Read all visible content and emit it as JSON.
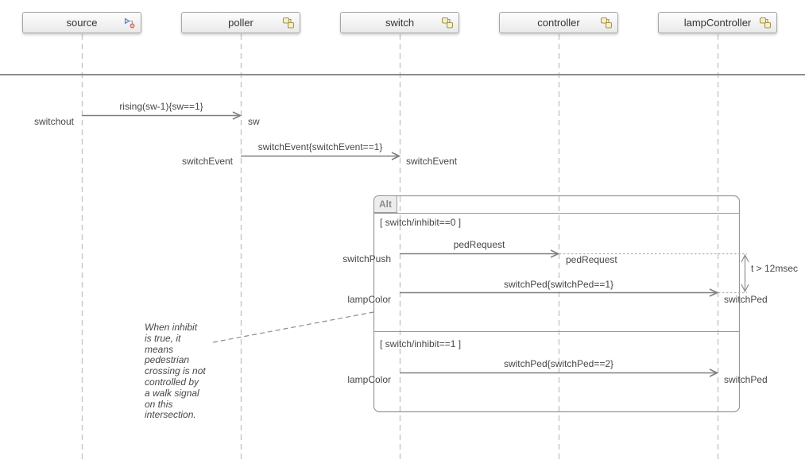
{
  "diagram_type": "uml-sequence-diagram",
  "participants": [
    {
      "name": "source",
      "icon": "signal-source-icon"
    },
    {
      "name": "poller",
      "icon": "component-icon"
    },
    {
      "name": "switch",
      "icon": "component-icon"
    },
    {
      "name": "controller",
      "icon": "component-icon"
    },
    {
      "name": "lampController",
      "icon": "component-icon"
    }
  ],
  "messages": [
    {
      "label": "rising(sw-1){sw==1}",
      "source_label": "switchout",
      "target_label": "sw",
      "from": "source",
      "to": "poller"
    },
    {
      "label": "switchEvent{switchEvent==1}",
      "source_label": "switchEvent",
      "target_label": "switchEvent",
      "from": "poller",
      "to": "switch"
    },
    {
      "label": "pedRequest",
      "source_label": "switchPush",
      "target_label": "pedRequest",
      "from": "switch",
      "to": "controller"
    },
    {
      "label": "switchPed{switchPed==1}",
      "source_label": "lampColor",
      "target_label": "switchPed",
      "from": "switch",
      "to": "lampController"
    },
    {
      "label": "switchPed{switchPed==2}",
      "source_label": "lampColor",
      "target_label": "switchPed",
      "from": "switch",
      "to": "lampController"
    }
  ],
  "fragment": {
    "operator": "Alt",
    "guards": [
      "[ switch/inhibit==0 ]",
      "[ switch/inhibit==1 ]"
    ]
  },
  "time_constraint": {
    "label": "t > 12msec"
  },
  "comment": {
    "lines": [
      "When inhibit",
      "is true, it",
      "means",
      "pedestrian",
      "crossing is not",
      "controlled by",
      "a walk signal",
      "on this",
      "intersection."
    ]
  },
  "colors": {
    "arrow": "#7f7f7f",
    "lifeline": "#c9c9c9",
    "frame_border": "#999999",
    "separator": "#8c8c8c",
    "text": "#474747",
    "icon_yellow_fill": "#f6f0c6",
    "icon_yellow_stroke": "#a3954f",
    "icon_blue": "#5b87b5",
    "icon_red": "#c9605b"
  }
}
